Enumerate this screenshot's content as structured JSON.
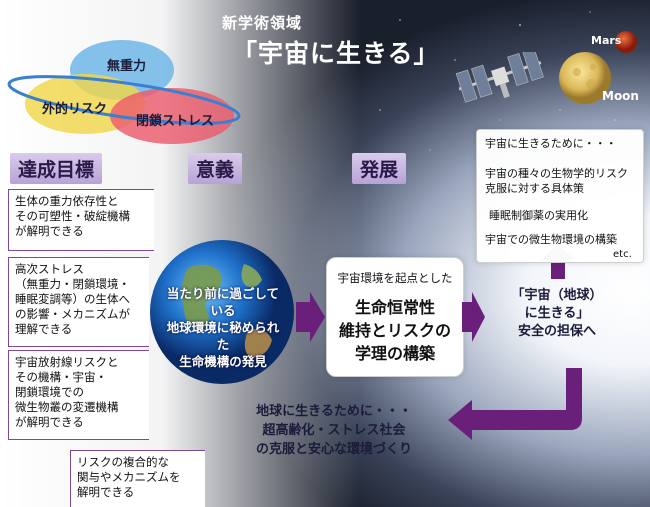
{
  "header": {
    "subtitle": "新学術領域",
    "title": "「宇宙に生きる」"
  },
  "venn": {
    "circle1": "無重力",
    "circle2": "外的リスク",
    "circle3": "閉鎖ストレス"
  },
  "sections": {
    "goals": "達成目標",
    "significance": "意義",
    "development": "発展"
  },
  "goals": [
    [
      "生体の重力依存性と",
      "その可塑性・破綻機構",
      "が解明できる"
    ],
    [
      "高次ストレス",
      "（無重力・閉鎖環境・",
      "睡眠変調等）の生体へ",
      "の影響・メカニズムが",
      "理解できる"
    ],
    [
      "宇宙放射線リスクと",
      "その機構・宇宙・",
      "閉鎖環境での",
      "微生物叢の変遷機構",
      "が解明できる"
    ],
    [
      "リスクの複合的な",
      "関与やメカニズムを",
      "解明できる"
    ]
  ],
  "significance_text": [
    "当たり前に過ごしている",
    "地球環境に秘められた",
    "生命機構の発見"
  ],
  "development": {
    "sub": "宇宙環境を起点とした",
    "main": [
      "生命恒常性",
      "維持とリスクの",
      "学理の構築"
    ]
  },
  "safety": [
    "「宇宙（地球）",
    "に生きる」",
    "安全の担保へ"
  ],
  "space_list": {
    "intro": "宇宙に生きるために・・・",
    "items": [
      [
        "宇宙の種々の生物学的リスク",
        "克服に対する具体策"
      ],
      [
        "睡眠制御薬の実用化"
      ],
      [
        "宇宙での微生物環境の構築"
      ]
    ],
    "etc": "etc."
  },
  "earth_msg": [
    "地球に生きるために・・・",
    "超高齢化・ストレス社会",
    "の克服と安心な環境づくり"
  ],
  "labels": {
    "mars": "Mars",
    "moon": "Moon"
  },
  "colors": {
    "arrow_purple": "#6a1f7a",
    "venn_blue": "#6fb6e8",
    "venn_yellow": "#f0d64a",
    "venn_red": "#ec5b6b",
    "orbit": "#3a7fd0"
  }
}
